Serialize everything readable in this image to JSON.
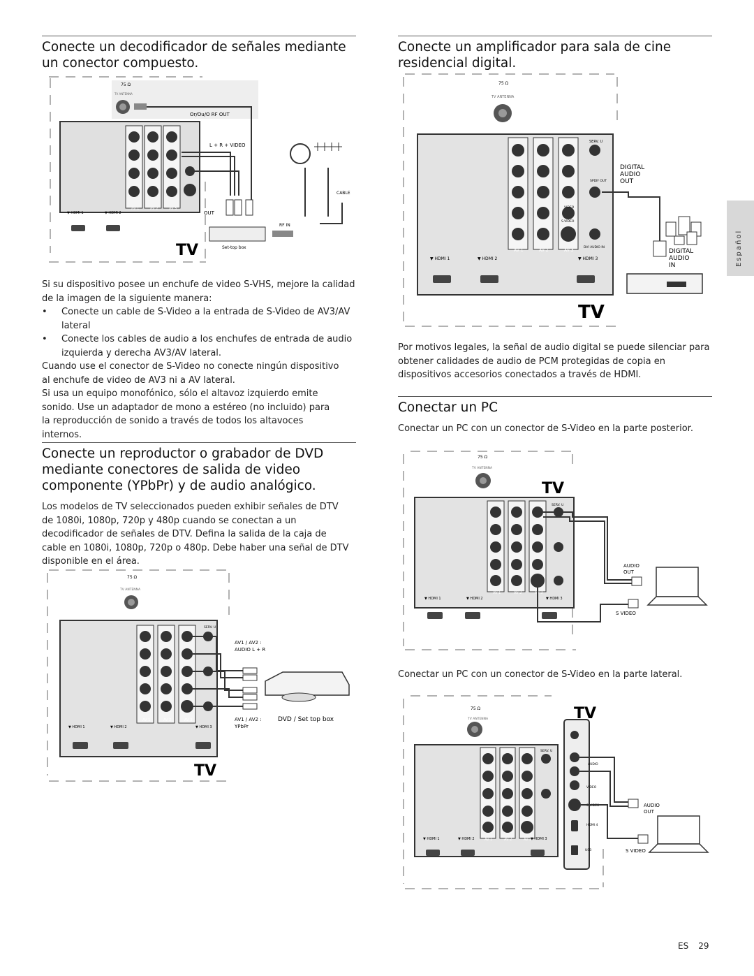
{
  "left": {
    "h1": "Conecte un decodificador de señales mediante un conector compuesto.",
    "svhs_intro": "Si su dispositivo posee un enchufe de video S-VHS, mejore la calidad de la imagen de la siguiente manera:",
    "bullet1": "Conecte un cable de S-Video a la entrada de S-Video de AV3/AV lateral",
    "bullet2": "Conecte los cables de audio a los enchufes de entrada de audio izquierda y derecha AV3/AV lateral.",
    "svideo_note": "Cuando use el conector de S-Video no conecte ningún dispositivo al enchufe de video de AV3 ni a AV lateral.",
    "mono_note": "Si usa un equipo monofónico, sólo el altavoz izquierdo emite sonido. Use un adaptador de mono a estéreo (no incluido) para la reproducción de sonido a través de todos los altavoces internos.",
    "h2": "Conecte un reproductor o grabador de DVD mediante conectores de salida de video componente (YPbPr) y de audio analógico.",
    "dtv_para": "Los modelos de TV seleccionados pueden exhibir señales de DTV de 1080i, 1080p, 720p y 480p cuando se conectan a un decodificador de señales de DTV. Defina la salida de la caja de cable en 1080i, 1080p, 720p o 480p. Debe haber una señal de DTV disponible en el área."
  },
  "right": {
    "h1": "Conecte un amplificador para sala de cine residencial digital.",
    "legal_para": "Por motivos legales, la señal de audio digital se puede silenciar para obtener calidades de audio de PCM protegidas de copia en dispositivos accesorios conectados a través de HDMI.",
    "h2": "Conectar un PC",
    "pc_rear": "Conectar un PC con un conector de S-Video en la parte posterior.",
    "pc_side": "Conectar un PC con un conector de S-Video en la parte lateral."
  },
  "labels": {
    "ohm": "75 Ω",
    "tv_antenna": "TV ANTENNA",
    "tv": "TV",
    "serv_u": "SERV. U",
    "av1": "AV 1",
    "av2": "AV 2",
    "av3": "AV 3",
    "hdmi1": "▼ HDMI 1",
    "hdmi2": "▼ HDMI 2",
    "hdmi3": "▼ HDMI 3",
    "spdif_out": "SPDIF OUT",
    "video": "VIDEO",
    "s_video": "S-VIDEO",
    "dvi_audio_in": "DVI AUDIO IN",
    "or_out_rf": "Or/Ou/O RF OUT",
    "l_r_video": "L + R + VIDEO",
    "out": "OUT",
    "rf_in": "RF IN",
    "cable": "CABLE",
    "set_top_box": "Set-top box",
    "digital_audio_out": [
      "DIGITAL",
      "AUDIO",
      "OUT"
    ],
    "digital_audio_in": [
      "DIGITAL",
      "AUDIO",
      "IN"
    ],
    "av12_audio": [
      "AV1 / AV2 :",
      "AUDIO L + R"
    ],
    "av12_ypbpr": [
      "AV1 / AV2 :",
      "YPbPr"
    ],
    "dvd_stb": "DVD / Set top box",
    "audio_out": [
      "AUDIO",
      "OUT"
    ],
    "s_video_pc": "S VIDEO",
    "audio_side": "AUDIO",
    "hdmi4": "HDMI 4",
    "usb": "USB"
  },
  "side_tab": "Español",
  "footer": {
    "lang": "ES",
    "page": "29"
  }
}
